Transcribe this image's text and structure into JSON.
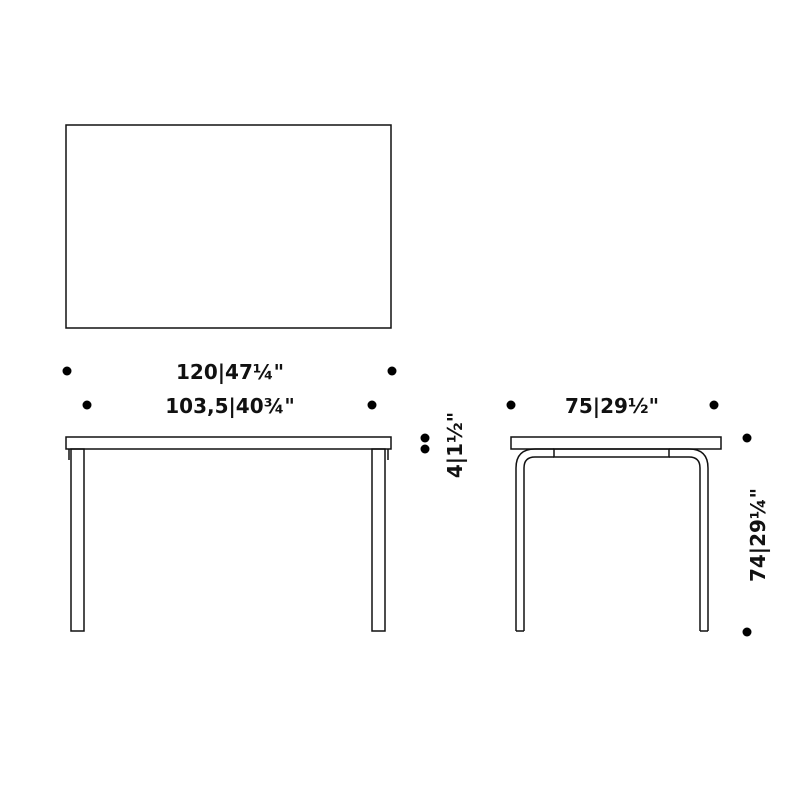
{
  "dimensions": {
    "overall_length": "120|47¼\"",
    "leg_span_length": "103,5|40¾\"",
    "top_thickness": "4|1½\"",
    "depth": "75|29½\"",
    "height": "74|29¼\""
  },
  "colors": {
    "line": "#111111",
    "background": "#ffffff"
  }
}
